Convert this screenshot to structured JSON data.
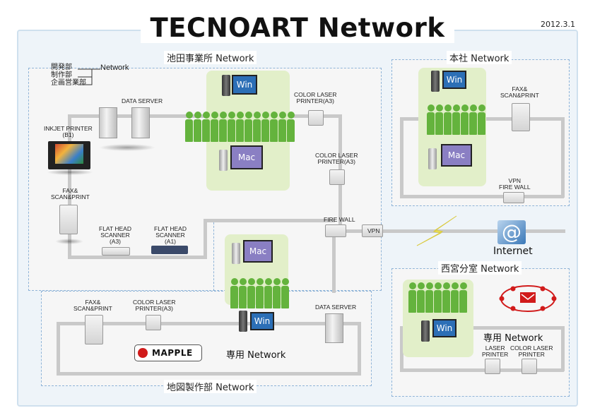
{
  "title": "TECNOART Network",
  "date": "2012.3.1",
  "zones": {
    "ikeda": "池田事業所 Network",
    "honsha": "本社 Network",
    "nishinomiya": "西宮分室 Network",
    "chizu": "地図製作部 Network"
  },
  "departments": [
    "開発部",
    "制作部",
    "企画営業部"
  ],
  "departments_link": "Network",
  "labels": {
    "data_server": "DATA SERVER",
    "inkjet_printer_1": "INKJET PRINTER",
    "inkjet_printer_2": "(B1)",
    "fax_1": "FAX&",
    "fax_2": "SCAN&PRINT",
    "color_laser_1": "COLOR LASER",
    "color_laser_2": "PRINTER(A3)",
    "flat_scanner_a3_1": "FLAT HEAD",
    "flat_scanner_a3_2": "SCANNER",
    "flat_scanner_a3_3": "(A3)",
    "flat_scanner_a1_3": "(A1)",
    "fire_wall": "FIRE WALL",
    "vpn": "VPN",
    "vpn_fire_wall_1": "VPN",
    "vpn_fire_wall_2": "FIRE WALL",
    "internet": "Internet",
    "win": "Win",
    "mac": "Mac",
    "laser_1": "LASER",
    "laser_2": "PRINTER",
    "color_laser_printer": "PRINTER",
    "dedicated_network": "専用 Network",
    "mapple": "MAPPLE"
  },
  "colors": {
    "frame": "#eef4f9",
    "zone_border": "#8fb4d8",
    "people": "#64b33d",
    "group_bg": "#e2efc9",
    "cable": "#c9c9c9",
    "mapple_red": "#d11b1b"
  }
}
